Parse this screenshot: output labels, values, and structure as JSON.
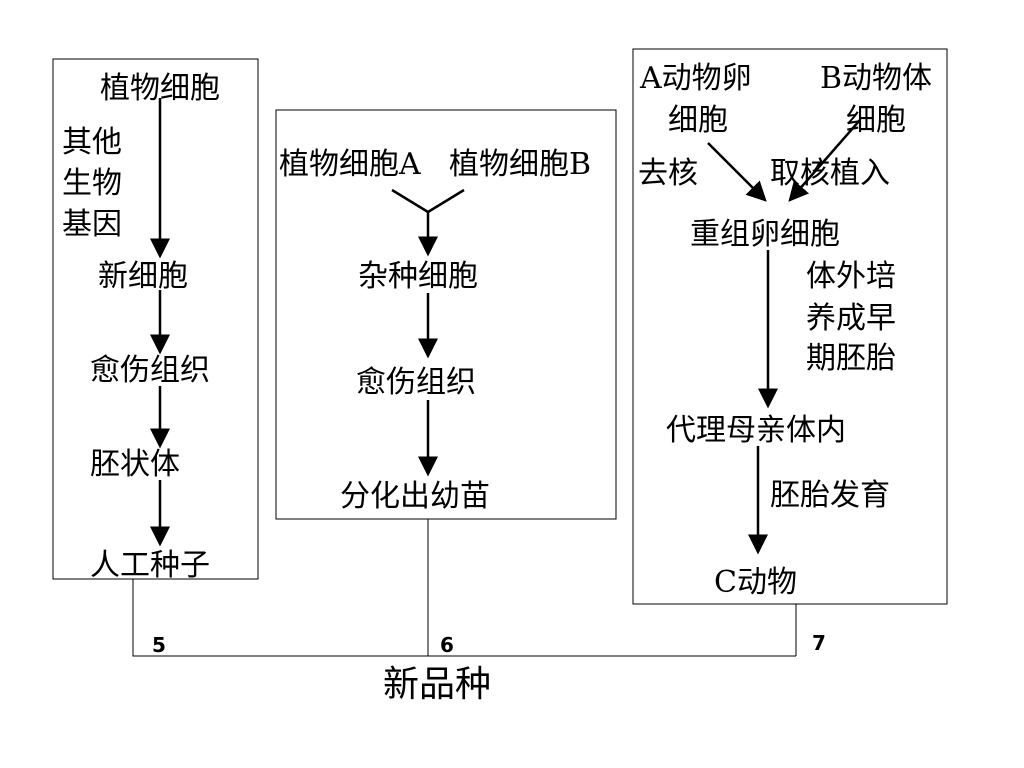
{
  "box1": {
    "plant_cell": "植物细胞",
    "other_gene_1": "其他",
    "other_gene_2": "生物",
    "other_gene_3": "基因",
    "new_cell": "新细胞",
    "callus": "愈伤组织",
    "embryoid": "胚状体",
    "artificial_seed": "人工种子"
  },
  "box2": {
    "plant_cell_a": "植物细胞A",
    "plant_cell_b": "植物细胞B",
    "hybrid_cell": "杂种细胞",
    "callus": "愈伤组织",
    "seedling": "分化出幼苗"
  },
  "box3": {
    "egg_a_1": "A动物卵",
    "egg_a_2": "细胞",
    "body_b_1": "B动物体",
    "body_b_2": "细胞",
    "enucleate": "去核",
    "nucleus_transfer": "取核植入",
    "reconstructed_egg": "重组卵细胞",
    "culture_1": "体外培",
    "culture_2": "养成早",
    "culture_3": "期胚胎",
    "surrogate": "代理母亲体内",
    "embryo_dev": "胚胎发育",
    "animal_c": "C动物"
  },
  "bottom": {
    "num5": "5",
    "num6": "6",
    "num7": "7",
    "new_variety": "新品种"
  }
}
